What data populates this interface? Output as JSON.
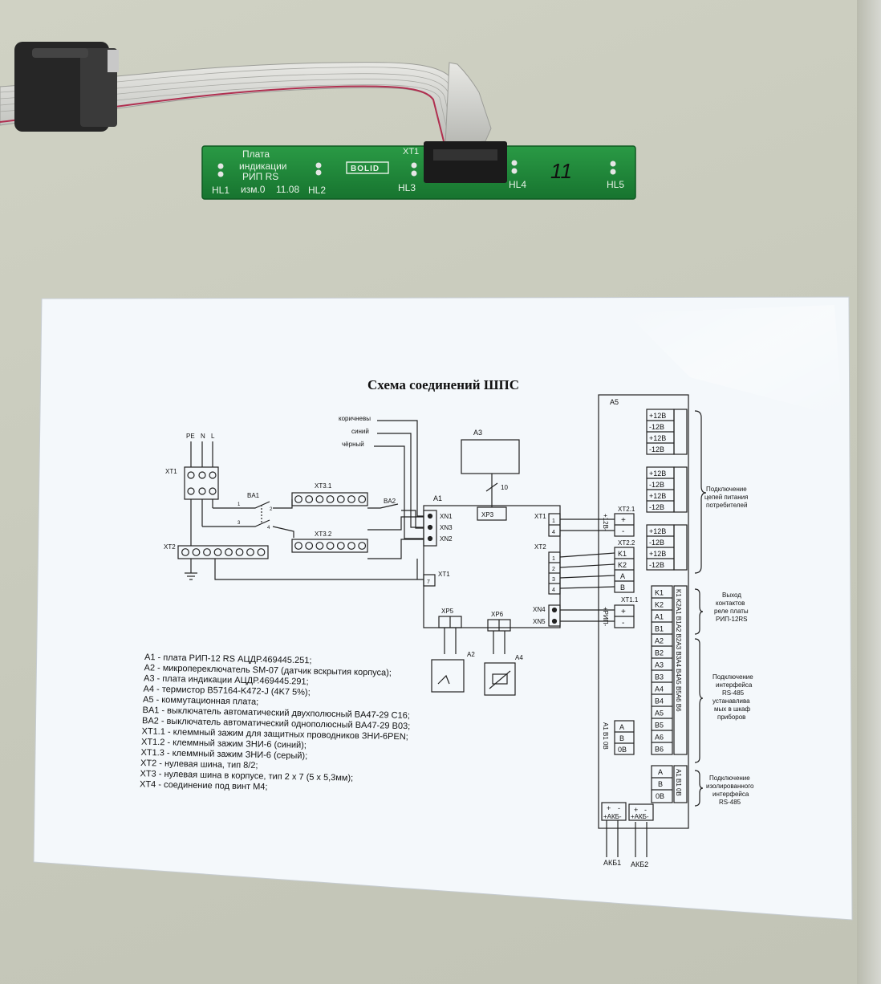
{
  "board": {
    "text_line1": "Плата",
    "text_line2": "индикации",
    "text_line3": "РИП RS",
    "rev": "изм.0",
    "date": "11.08",
    "logo": "BOLID",
    "hl1": "HL1",
    "hl2": "HL2",
    "hl3": "HL3",
    "hl4": "HL4",
    "hl5": "HL5",
    "xt1": "XT1",
    "handwritten": "11"
  },
  "sheet": {
    "title": "Схема соединений ШПС",
    "a5": "A5",
    "a1": "A1",
    "a2": "A2",
    "a3": "A3",
    "a4": "A4",
    "wires": [
      "коричневы",
      "синий",
      "чёрный"
    ],
    "ten": "10",
    "pe": "PE",
    "n": "N",
    "l": "L",
    "xt1": "XT1",
    "xt2": "XT2",
    "xt31": "XT3.1",
    "xt32": "XT3.2",
    "ba1": "BA1",
    "ba2": "BA2",
    "xn1": "XN1",
    "xn3": "XN3",
    "xn2": "XN2",
    "xp3": "XP3",
    "xt1r": "XT1",
    "xt2r": "XT2",
    "xt1b": "XT1",
    "xn4": "XN4",
    "xn5": "XN5",
    "xp5": "XP5",
    "xp6": "XP6",
    "xt21": "XT2.1",
    "xt22": "XT2.2",
    "xt11": "XT1.1",
    "rip_plus": "+РИП-",
    "v12": "+12В-",
    "p12": [
      "+12В",
      "-12В",
      "+12В",
      "-12В"
    ],
    "relay_k": [
      "K1",
      "K2"
    ],
    "rs_cells": [
      "K1",
      "K2",
      "A1",
      "B1",
      "A2",
      "B2",
      "A3",
      "B3",
      "A4",
      "B4",
      "A5",
      "B5",
      "A6",
      "B6"
    ],
    "rs_side": "K1 K2A1 B1A2 B2A3 B3A4 B4A5 B5A6 B6",
    "iso_cells": [
      "A",
      "B",
      "0B"
    ],
    "iso_side": "A1 B1 0B",
    "akb1": "АКБ1",
    "akb2": "АКБ2",
    "akb_term": "+АКБ-",
    "note_power": [
      "Подключение",
      "цепей питания",
      "потребителей"
    ],
    "note_relay": [
      "Выход",
      "контактов",
      "реле платы",
      "РИП-12RS"
    ],
    "note_rs": [
      "Подключение",
      "интерфейса",
      "RS-485",
      "устанавлива",
      "мых в шкаф",
      "приборов"
    ],
    "note_iso": [
      "Подключение",
      "изолированного",
      "интерфейса",
      "RS-485"
    ],
    "legend": [
      "A1 - плата РИП-12 RS АЦДР.469445.251;",
      "A2 - микропереключатель SM-07 (датчик вскрытия корпуса);",
      "A3 - плата индикации АЦДР.469445.291;",
      "A4 - термистор B57164-K472-J  (4K7 5%);",
      "A5 - коммутационная плата;",
      "BA1 - выключатель автоматический двухполюсный BA47-29 C16;",
      "BA2 - выключатель автоматический однополюсный BA47-29 B03;",
      "XT1.1 - клеммный зажим для защитных проводников ЗНИ-6PEN;",
      "XT1.2 - клеммный зажим ЗНИ-6 (синий);",
      "XT1.3 - клеммный зажим ЗНИ-6 (серый);",
      "XT2 - нулевая шина, тип 8/2;",
      "XT3 - нулевая шина в корпусе, тип 2 x 7 (5 x 5,3мм);",
      "XT4 - соединение под винт M4;"
    ]
  },
  "colors": {
    "wall": "#c9cbbd",
    "pcb": "#1f8a3a",
    "paper": "#f4f8fb",
    "ink": "#1a1a1a"
  }
}
